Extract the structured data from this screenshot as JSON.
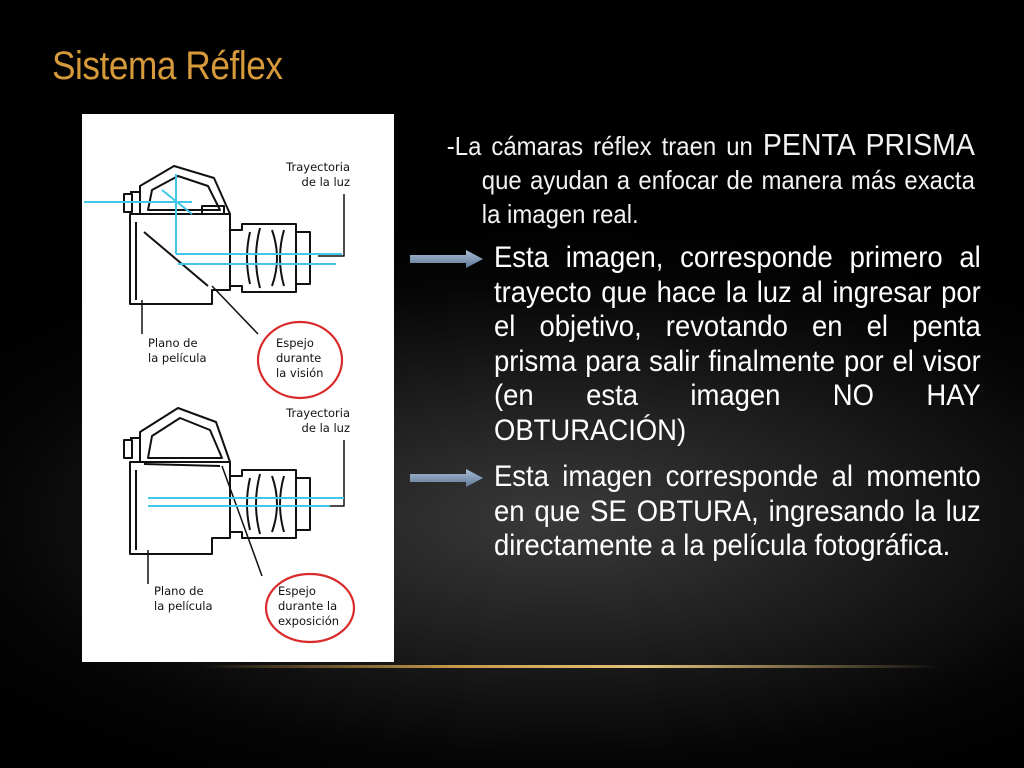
{
  "slide": {
    "title": "Sistema Réflex",
    "intro": {
      "dash": "-",
      "part1": "La cámaras réflex traen un ",
      "emphasis": "PENTA PRISMA",
      "part2": " que ayudan a enfocar de manera más exacta la imagen real."
    },
    "bullets": [
      {
        "text": "Esta imagen, corresponde primero al trayecto que hace la luz al ingresar por el objetivo, revotando en el penta prisma para salir finalmente por el visor (en esta imagen NO HAY OBTURACIÓN)"
      },
      {
        "text": "Esta imagen corresponde al momento en que SE OBTURA, ingresando la luz directamente a la película fotográfica."
      }
    ],
    "figure": {
      "top": {
        "trayectoria": "Trayectoria\nde la luz",
        "plano": "Plano de\nla película",
        "espejo": "Espejo\ndurante\nla visión"
      },
      "bottom": {
        "trayectoria": "Trayectoria\nde la luz",
        "plano": "Plano de\nla película",
        "espejo": "Espejo\ndurante la\nexposición"
      }
    },
    "colors": {
      "title": "#d69a3a",
      "arrow": "#7f97b5",
      "light_path": "#3fc6e8",
      "circle": "#d92b2b",
      "accent_line": "#c99a4a"
    },
    "icons": {
      "bullet": "arrow-right-icon"
    }
  }
}
